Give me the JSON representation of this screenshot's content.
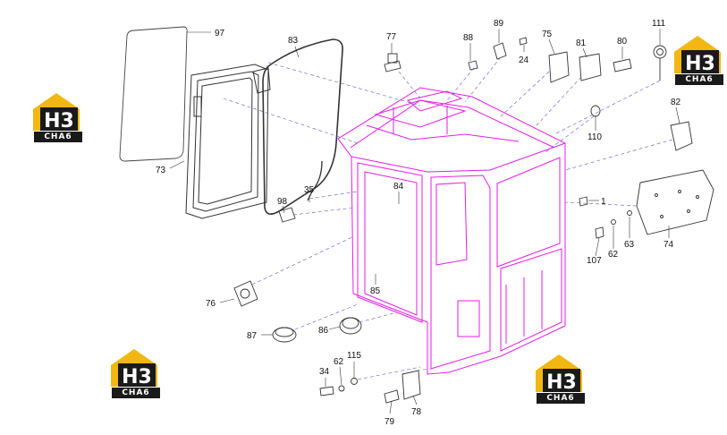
{
  "diagram": {
    "brand": {
      "mark": "H3",
      "subtitle": "CHA6",
      "gold": "#f2b712",
      "dark": "#1a1a1a"
    },
    "colors": {
      "cab": "#e61ee6",
      "parts": "#333333",
      "leader": "#5a5acc"
    },
    "labels": {
      "p97": "97",
      "p73": "73",
      "p83": "83",
      "p77": "77",
      "p88": "88",
      "p89": "89",
      "p24": "24",
      "p75": "75",
      "p81": "81",
      "p80": "80",
      "p111": "111",
      "p82": "82",
      "p110": "110",
      "p35": "35",
      "p98": "98",
      "p84": "84",
      "p1": "1",
      "p74": "74",
      "p63": "63",
      "p62a": "62",
      "p107": "107",
      "p85": "85",
      "p76": "76",
      "p87": "87",
      "p86": "86",
      "p34": "34",
      "p62b": "62",
      "p115": "115",
      "p79": "79",
      "p78": "78"
    }
  }
}
